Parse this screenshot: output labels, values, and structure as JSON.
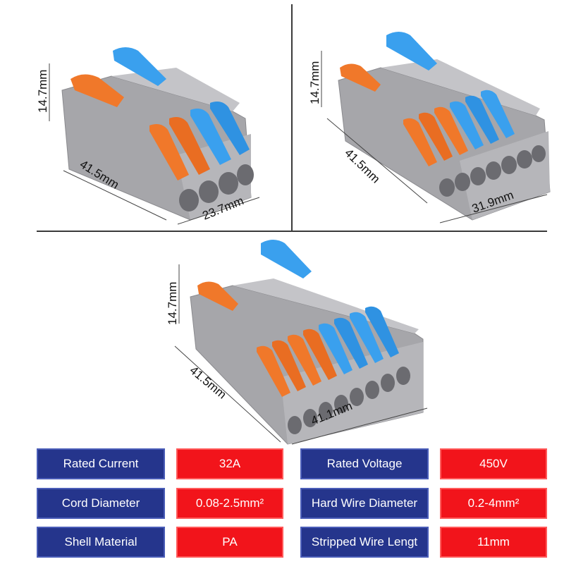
{
  "dimensions": {
    "top_left": {
      "height": "14.7mm",
      "length": "41.5mm",
      "width": "23.7mm"
    },
    "top_right": {
      "height": "14.7mm",
      "length": "41.5mm",
      "width": "31.9mm"
    },
    "bottom": {
      "height": "14.7mm",
      "length": "41.5mm",
      "width": "41.1mm"
    }
  },
  "specs": [
    {
      "label": "Rated Current",
      "value": "32A"
    },
    {
      "label": "Rated Voltage",
      "value": "450V"
    },
    {
      "label": "Cord Diameter",
      "value": "0.08-2.5mm²"
    },
    {
      "label": "Hard Wire Diameter",
      "value": "0.2-4mm²"
    },
    {
      "label": "Shell Material",
      "value": "PA"
    },
    {
      "label": "Stripped Wire Lengt",
      "value": "11mm"
    }
  ],
  "colors": {
    "label_bg": "#25358c",
    "value_bg": "#f2141b",
    "shell": "#a3a3a7",
    "lever_orange": "#f0782a",
    "lever_blue": "#3aa0ee"
  }
}
